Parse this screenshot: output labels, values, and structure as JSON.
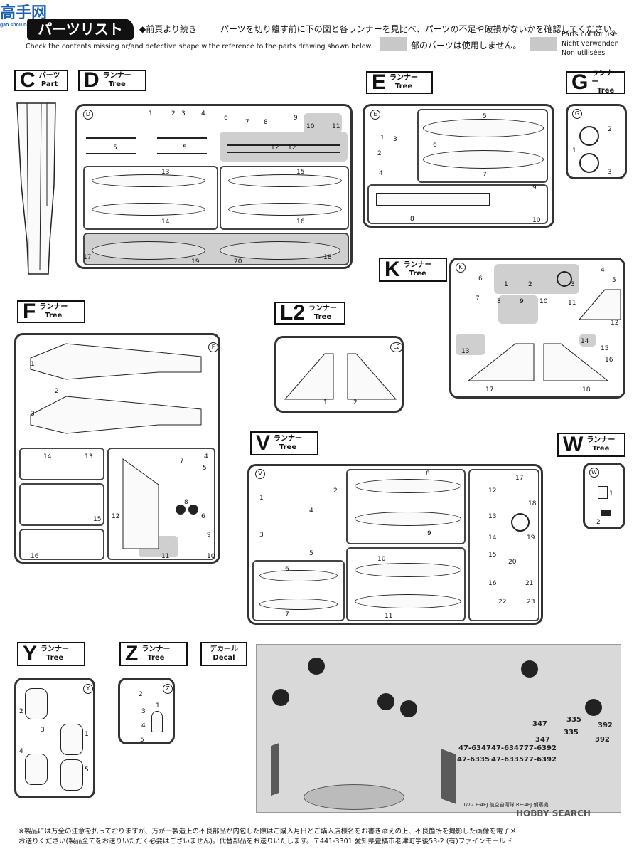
{
  "header": {
    "title": "パーツリスト",
    "continued": "◆前頁より続き",
    "instruction_jp": "パーツを切り離す前に下の図と各ランナーを見比べ、パーツの不足や破損がないかを確認してください。",
    "instruction_en": "Check the contents missing or/and defective shape withe reference to the parts drawing shown below.",
    "unused_jp": "部のパーツは使用しません。",
    "unused_en": "Parts not for use.",
    "unused_de": "Nicht verwenden",
    "unused_fr": "Non utilisées"
  },
  "trees": {
    "C": {
      "letter": "C",
      "jp": "パーツ",
      "en": "Part"
    },
    "D": {
      "letter": "D",
      "jp": "ランナー",
      "en": "Tree"
    },
    "E": {
      "letter": "E",
      "jp": "ランナー",
      "en": "Tree"
    },
    "G": {
      "letter": "G",
      "jp": "ランナー",
      "en": "Tree"
    },
    "K": {
      "letter": "K",
      "jp": "ランナー",
      "en": "Tree"
    },
    "F": {
      "letter": "F",
      "jp": "ランナー",
      "en": "Tree"
    },
    "L2": {
      "letter": "L2",
      "jp": "ランナー",
      "en": "Tree"
    },
    "V": {
      "letter": "V",
      "jp": "ランナー",
      "en": "Tree"
    },
    "W": {
      "letter": "W",
      "jp": "ランナー",
      "en": "Tree"
    },
    "Y": {
      "letter": "Y",
      "jp": "ランナー",
      "en": "Tree"
    },
    "Z": {
      "letter": "Z",
      "jp": "ランナー",
      "en": "Tree"
    },
    "decal": {
      "jp": "デカール",
      "en": "Decal"
    }
  },
  "runner_tags": {
    "D": "D",
    "E": "E",
    "G": "G",
    "K": "K",
    "F": "F",
    "L2": "L2",
    "V": "V",
    "W": "W",
    "Y": "Y",
    "Z": "Z"
  },
  "parts": {
    "D": [
      "1",
      "2",
      "3",
      "4",
      "5",
      "5",
      "6",
      "7",
      "8",
      "9",
      "10",
      "11",
      "12",
      "12",
      "13",
      "14",
      "15",
      "16",
      "17",
      "18",
      "19",
      "20"
    ],
    "E": [
      "1",
      "2",
      "3",
      "4",
      "5",
      "6",
      "7",
      "8",
      "9",
      "10"
    ],
    "G": [
      "1",
      "2",
      "3"
    ],
    "K": [
      "1",
      "2",
      "3",
      "4",
      "5",
      "6",
      "7",
      "8",
      "9",
      "10",
      "11",
      "12",
      "13",
      "14",
      "15",
      "16",
      "17",
      "18"
    ],
    "F": [
      "1",
      "2",
      "3",
      "4",
      "5",
      "6",
      "7",
      "8",
      "9",
      "10",
      "11",
      "12",
      "13",
      "14",
      "15",
      "16"
    ],
    "L2": [
      "1",
      "2"
    ],
    "V": [
      "1",
      "2",
      "3",
      "4",
      "5",
      "6",
      "7",
      "8",
      "9",
      "10",
      "11",
      "12",
      "13",
      "14",
      "15",
      "16",
      "17",
      "18",
      "19",
      "20",
      "21",
      "22",
      "23"
    ],
    "W": [
      "1",
      "2"
    ],
    "Y": [
      "1",
      "2",
      "3",
      "4",
      "5"
    ],
    "Z": [
      "1",
      "2",
      "3",
      "4",
      "5"
    ]
  },
  "decal_numbers": {
    "n1": "347",
    "n2": "335",
    "n3": "392",
    "n4": "347",
    "n5": "335",
    "n6": "392",
    "s1": "47-6347",
    "s2": "47-6347",
    "s3": "77-6392",
    "s4": "47-6335",
    "s5": "47-6335",
    "s6": "77-6392",
    "caption": "1/72 F-4EJ 航空自衛隊 RF-4EJ 偵察機"
  },
  "footer": {
    "line1": "※製品には万全の注意を払っておりますが、万が一製造上の不良部品が内包した際はご購入月日とご購入店様名をお書き添えの上、不良箇所を撮影した画像を電子メ",
    "line2": "お送りください(製品全てをお送りいただく必要はございません)。代替部品をお送りいたします。〒441-3301 愛知県豊橋市老津町字後53-2 (有)ファインモールド"
  },
  "watermarks": {
    "top": "高手网",
    "top_sub": "gao.shou.net",
    "bottom": "HOBBY SEARCH"
  }
}
